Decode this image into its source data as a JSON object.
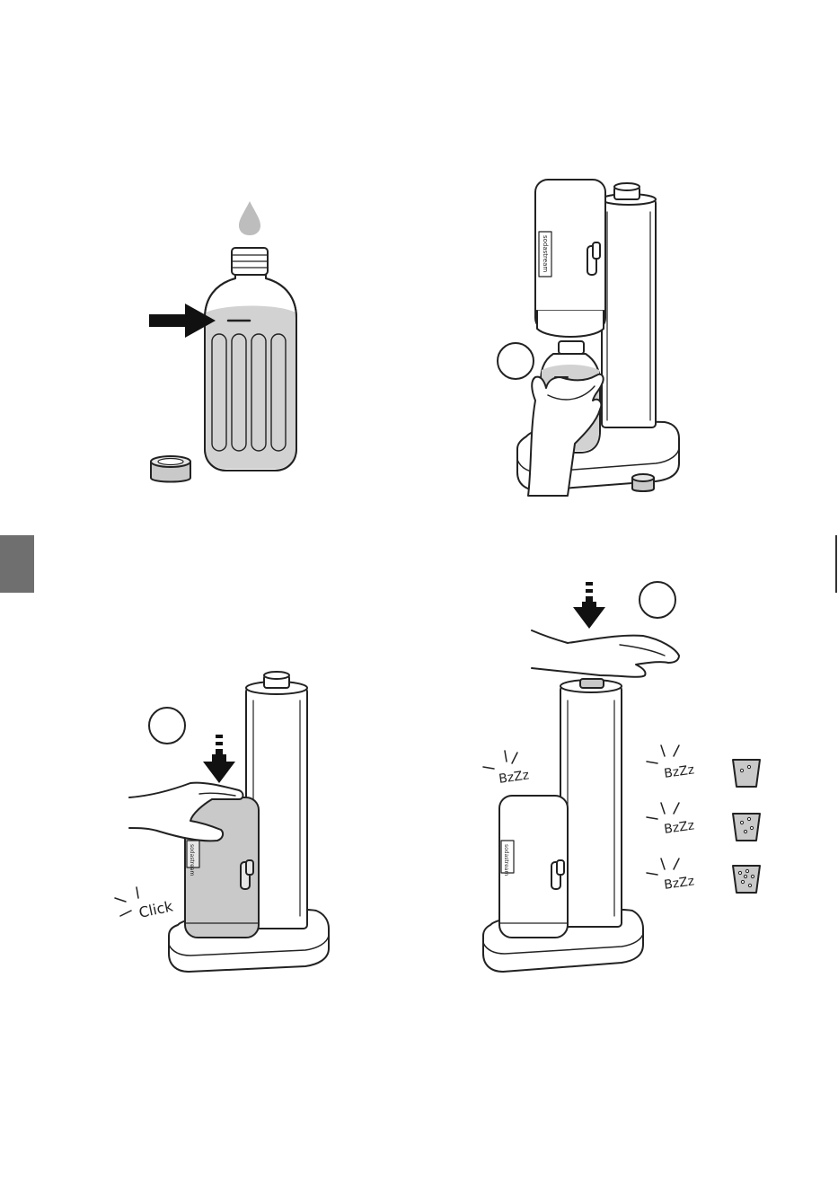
{
  "labels": {
    "brand": "sodastream",
    "click": "Click",
    "bzzz": "BzZz"
  },
  "colors": {
    "line": "#222222",
    "fill_gray": "#c9c9c9",
    "fill_light": "#e6e6e6",
    "tab": "#6f6f6f"
  },
  "icons": {
    "drop": "water-drop-icon",
    "arrow_right": "arrow-right-icon",
    "arrow_down": "press-down-arrow-icon",
    "cup": "carbonation-cup-icon"
  }
}
